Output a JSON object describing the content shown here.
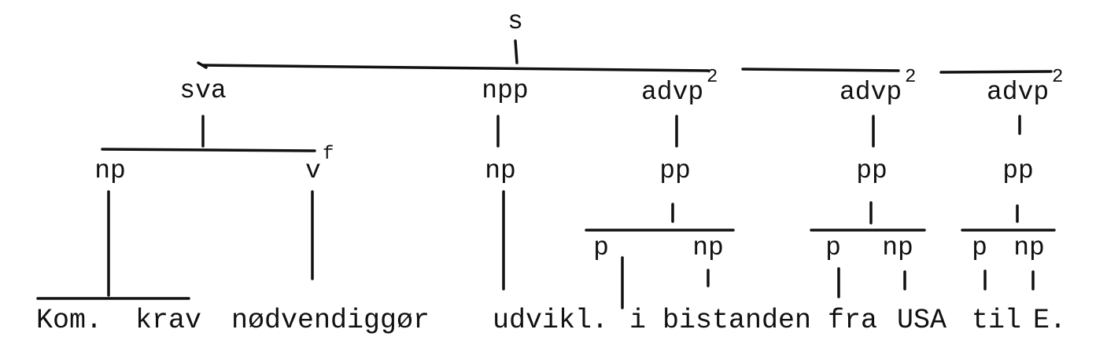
{
  "tree": {
    "root": {
      "label": "s"
    },
    "sva": {
      "label": "sva"
    },
    "npp": {
      "label": "npp"
    },
    "advp_1": {
      "label": "advp",
      "sup": "2"
    },
    "advp_2": {
      "label": "advp",
      "sup": "2"
    },
    "advp_3": {
      "label": "advp",
      "sup": "2"
    },
    "np_1": {
      "label": "np"
    },
    "v": {
      "label": "v",
      "sup": "f"
    },
    "np_2": {
      "label": "np"
    },
    "pp_1": {
      "label": "pp"
    },
    "pp_2": {
      "label": "pp"
    },
    "pp_3": {
      "label": "pp"
    },
    "p_1": {
      "label": "p"
    },
    "np_3": {
      "label": "np"
    },
    "p_2": {
      "label": "p"
    },
    "np_4": {
      "label": "np"
    },
    "p_3": {
      "label": "p"
    },
    "np_5": {
      "label": "np"
    }
  },
  "sentence": {
    "w1": "Kom.",
    "w2": "krav",
    "w3": "nødvendiggør",
    "w4": "udvikl.",
    "w5": "i",
    "w6": "bistanden",
    "w7": "fra",
    "w8": "USA",
    "w9": "til",
    "w10": "E."
  }
}
